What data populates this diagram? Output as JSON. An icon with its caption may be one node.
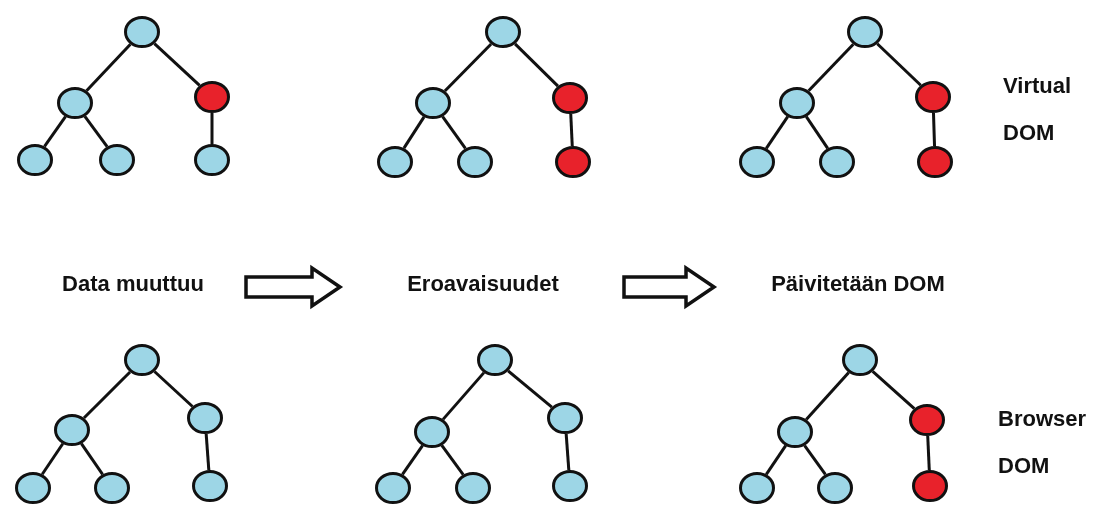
{
  "diagram": {
    "nodes": [
      {
        "text": [],
        "shape": "circle"
      },
      {
        "text": [],
        "shape": "circle"
      },
      {
        "text": [],
        "shape": "circle"
      },
      {
        "text": [],
        "shape": "circle"
      },
      {
        "text": [],
        "shape": "circle"
      },
      {
        "text": [],
        "shape": "circle"
      },
      {
        "text": [],
        "shape": "circle"
      },
      {
        "text": [],
        "shape": "circle"
      },
      {
        "text": [],
        "shape": "circle"
      },
      {
        "text": [],
        "shape": "circle"
      },
      {
        "text": [],
        "shape": "circle"
      },
      {
        "text": [],
        "shape": "circle"
      },
      {
        "text": [],
        "shape": "circle"
      },
      {
        "text": [],
        "shape": "circle"
      },
      {
        "text": [],
        "shape": "circle"
      },
      {
        "text": [],
        "shape": "circle"
      },
      {
        "text": [],
        "shape": "circle"
      },
      {
        "text": [],
        "shape": "circle"
      },
      {
        "text": [
          "Data muuttuu"
        ]
      },
      {
        "text": [
          "Eroavaisuudet"
        ]
      },
      {
        "text": [
          "Päivitetään DOM"
        ]
      },
      {
        "text": [],
        "shape": "circle"
      },
      {
        "text": [],
        "shape": "circle"
      },
      {
        "text": [],
        "shape": "circle"
      },
      {
        "text": [],
        "shape": "circle"
      },
      {
        "text": [],
        "shape": "circle"
      },
      {
        "text": [],
        "shape": "circle"
      },
      {
        "text": [],
        "shape": "circle"
      },
      {
        "text": [],
        "shape": "circle"
      },
      {
        "text": [],
        "shape": "circle"
      },
      {
        "text": [],
        "shape": "circle"
      },
      {
        "text": [],
        "shape": "circle"
      },
      {
        "text": [],
        "shape": "circle"
      },
      {
        "text": [],
        "shape": "circle"
      },
      {
        "text": [],
        "shape": "circle"
      },
      {
        "text": [],
        "shape": "circle"
      },
      {
        "text": [],
        "shape": "circle"
      },
      {
        "text": [],
        "shape": "circle"
      },
      {
        "text": [],
        "shape": "circle"
      }
    ],
    "edges": [
      {
        "from": 0,
        "to": 1,
        "arrow": "none"
      },
      {
        "from": 0,
        "to": 2,
        "arrow": "none"
      },
      {
        "from": 1,
        "to": 3,
        "arrow": "none"
      },
      {
        "from": 1,
        "to": 4,
        "arrow": "none"
      },
      {
        "from": 2,
        "to": 5,
        "arrow": "none"
      },
      {
        "from": 6,
        "to": 7,
        "arrow": "none"
      },
      {
        "from": 6,
        "to": 8,
        "arrow": "none"
      },
      {
        "from": 7,
        "to": 9,
        "arrow": "none"
      },
      {
        "from": 7,
        "to": 10,
        "arrow": "none"
      },
      {
        "from": 8,
        "to": 11,
        "arrow": "none"
      },
      {
        "from": 12,
        "to": 13,
        "arrow": "none"
      },
      {
        "from": 12,
        "to": 14,
        "arrow": "none"
      },
      {
        "from": 13,
        "to": 15,
        "arrow": "none"
      },
      {
        "from": 13,
        "to": 16,
        "arrow": "none"
      },
      {
        "from": 14,
        "to": 17,
        "arrow": "none"
      },
      {
        "from": 18,
        "to": 19,
        "arrow": "to"
      },
      {
        "from": 19,
        "to": 20,
        "arrow": "to"
      },
      {
        "from": 21,
        "to": 22,
        "arrow": "none"
      },
      {
        "from": 21,
        "to": 23,
        "arrow": "none"
      },
      {
        "from": 22,
        "to": 24,
        "arrow": "none"
      },
      {
        "from": 22,
        "to": 25,
        "arrow": "none"
      },
      {
        "from": 23,
        "to": 26,
        "arrow": "none"
      },
      {
        "from": 27,
        "to": 28,
        "arrow": "none"
      },
      {
        "from": 27,
        "to": 29,
        "arrow": "none"
      },
      {
        "from": 28,
        "to": 30,
        "arrow": "none"
      },
      {
        "from": 28,
        "to": 31,
        "arrow": "none"
      },
      {
        "from": 29,
        "to": 32,
        "arrow": "none"
      },
      {
        "from": 33,
        "to": 34,
        "arrow": "none"
      },
      {
        "from": 33,
        "to": 35,
        "arrow": "none"
      },
      {
        "from": 34,
        "to": 36,
        "arrow": "none"
      },
      {
        "from": 34,
        "to": 37,
        "arrow": "none"
      },
      {
        "from": 35,
        "to": 38,
        "arrow": "none"
      }
    ],
    "labels": [
      "Virtual DOM",
      "Browser DOM"
    ]
  }
}
